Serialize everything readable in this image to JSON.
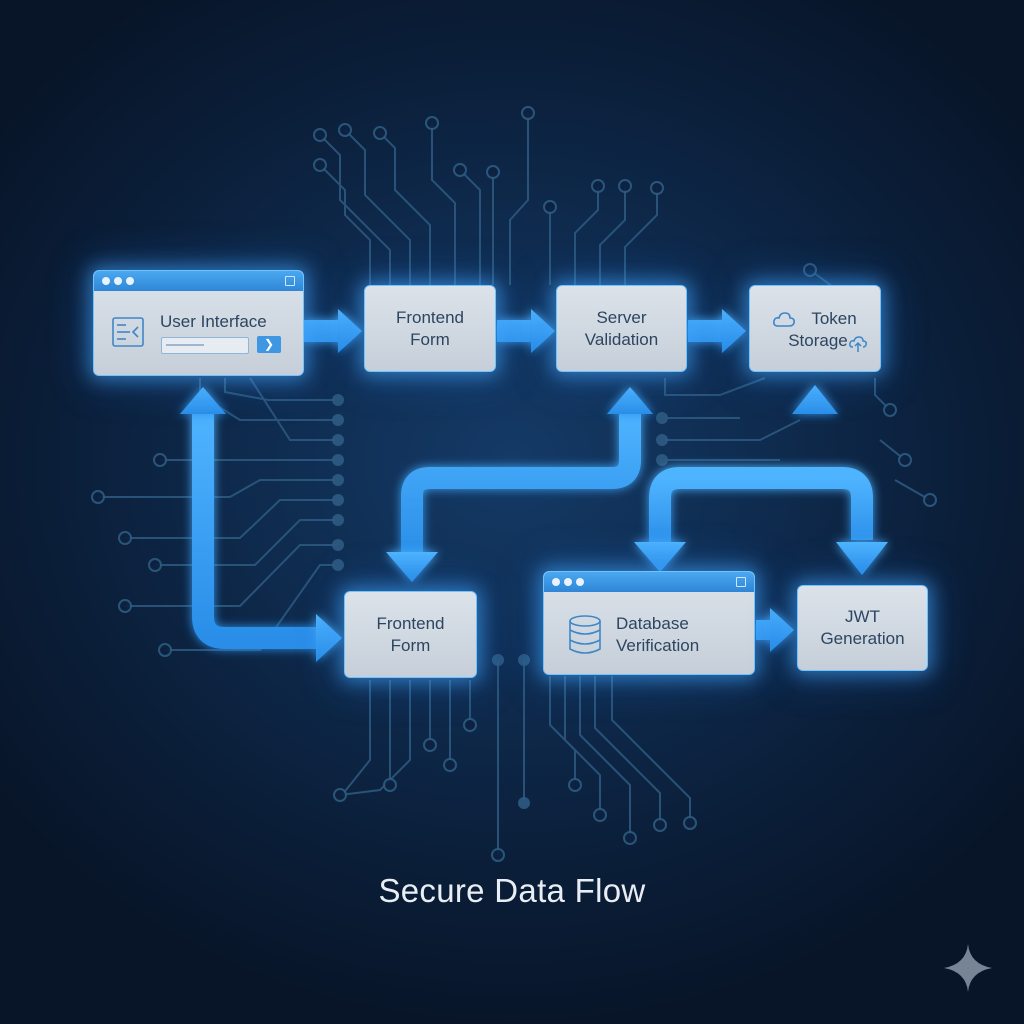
{
  "title": "Secure Data Flow",
  "nodes": {
    "user_interface": {
      "label": "User Interface"
    },
    "frontend_form_top": {
      "line1": "Frontend",
      "line2": "Form"
    },
    "server_validation": {
      "line1": "Server",
      "line2": "Validation"
    },
    "token_storage": {
      "line1": "Token",
      "line2": "Storage"
    },
    "frontend_form_bottom": {
      "line1": "Frontend",
      "line2": "Form"
    },
    "database_verification": {
      "line1": "Database",
      "line2": "Verification"
    },
    "jwt_generation": {
      "line1": "JWT",
      "line2": "Generation"
    }
  },
  "colors": {
    "background": "#0b1f3a",
    "arrow": "#3aa3f5",
    "node_fill": "#d3dae3",
    "node_border": "#6fc4ff",
    "window_header": "#3a96e2",
    "circuit": "#2f5e86",
    "title_text": "#e9eef5"
  },
  "icons": [
    "form-icon",
    "submit-arrow-icon",
    "cloud-icon",
    "cloud-upload-icon",
    "database-icon",
    "sparkle-icon"
  ]
}
